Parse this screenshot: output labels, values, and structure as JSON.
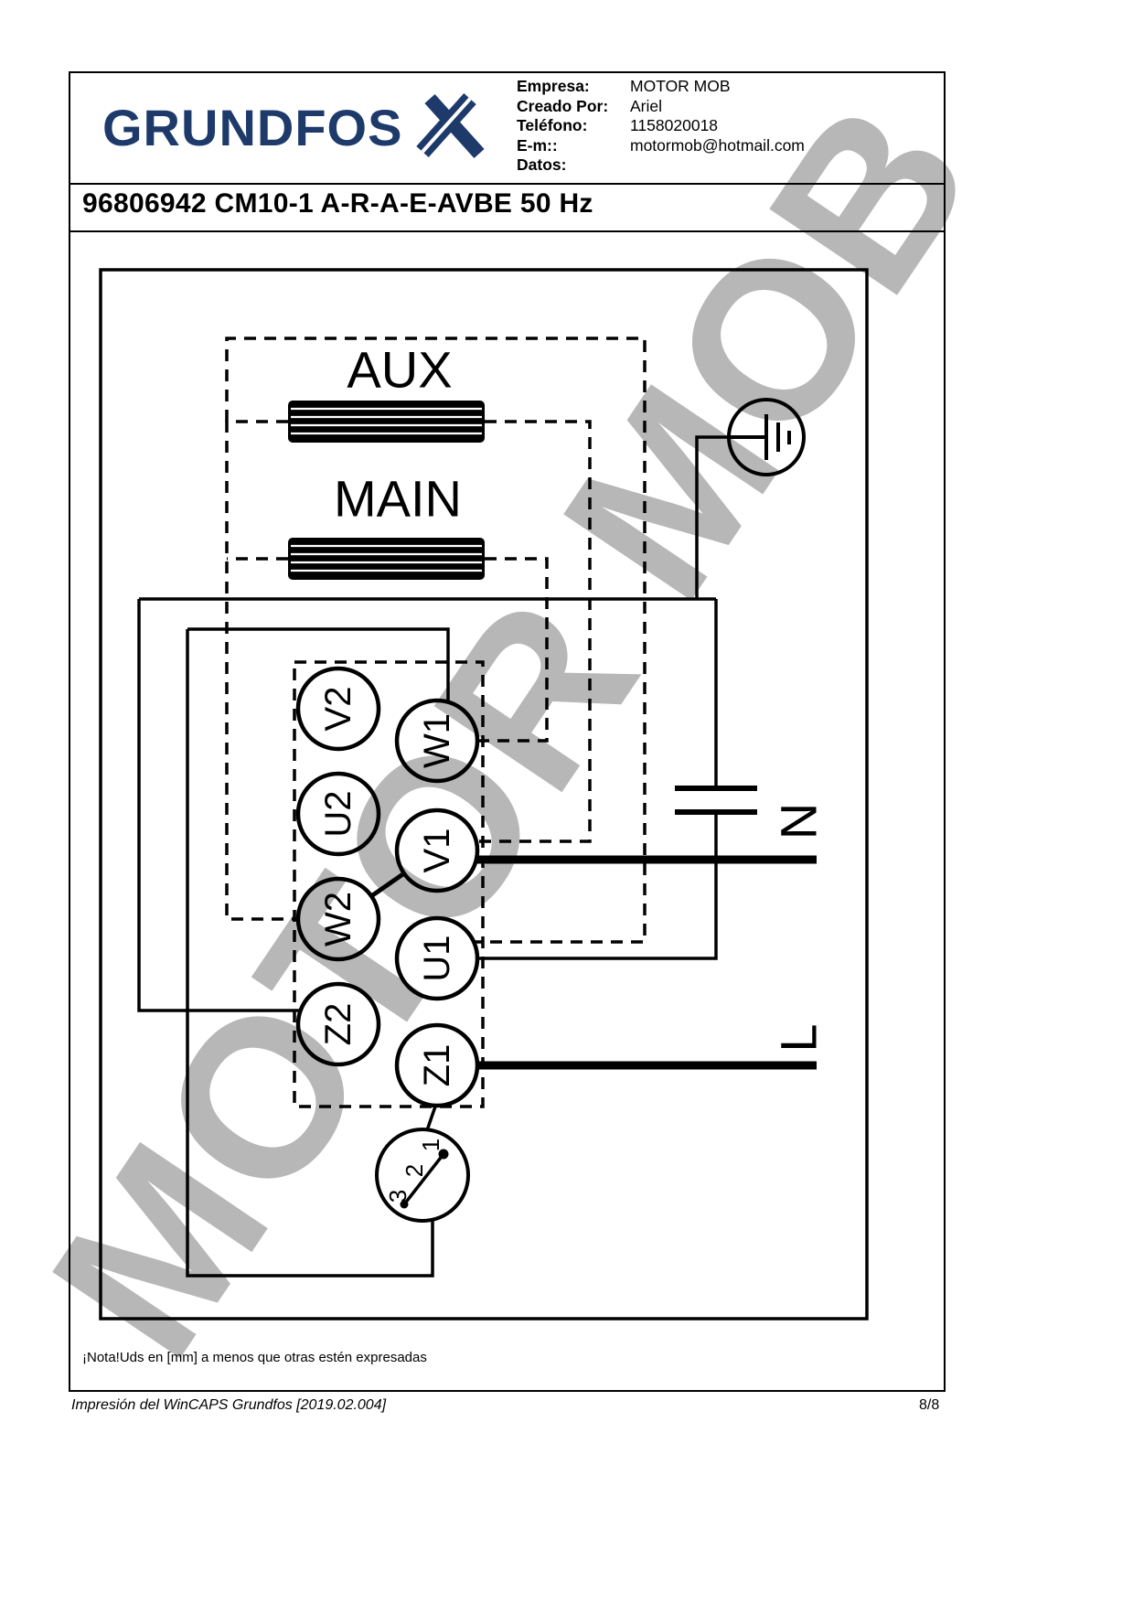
{
  "watermark": "MOTOR MOB",
  "header": {
    "logo_text": "GRUNDFOS",
    "brand_color": "#1d3a6b",
    "info_rows": [
      {
        "label": "Empresa:",
        "value": "MOTOR MOB"
      },
      {
        "label": "Creado Por:",
        "value": "Ariel"
      },
      {
        "label": "Teléfono:",
        "value": "1158020018"
      },
      {
        "label": "E-m::",
        "value": "motormob@hotmail.com"
      },
      {
        "label": "Datos:",
        "value": ""
      }
    ]
  },
  "title": "96806942 CM10-1 A-R-A-E-AVBE 50 Hz",
  "diagram": {
    "aux_label": "AUX",
    "main_label": "MAIN",
    "terminals": {
      "v2": "V2",
      "u2": "U2",
      "w2": "W2",
      "z2": "Z2",
      "w1": "W1",
      "v1": "V1",
      "u1": "U1",
      "z1": "Z1"
    },
    "neutral_label": "N",
    "line_label": "L",
    "switch_positions": {
      "p1": "1",
      "p2": "2",
      "p3": "3"
    }
  },
  "note": "¡Nota!Uds en [mm] a menos que otras estén expresadas",
  "footer": {
    "print_info": "Impresión del WinCAPS Grundfos [2019.02.004]",
    "page_number": "8/8"
  }
}
